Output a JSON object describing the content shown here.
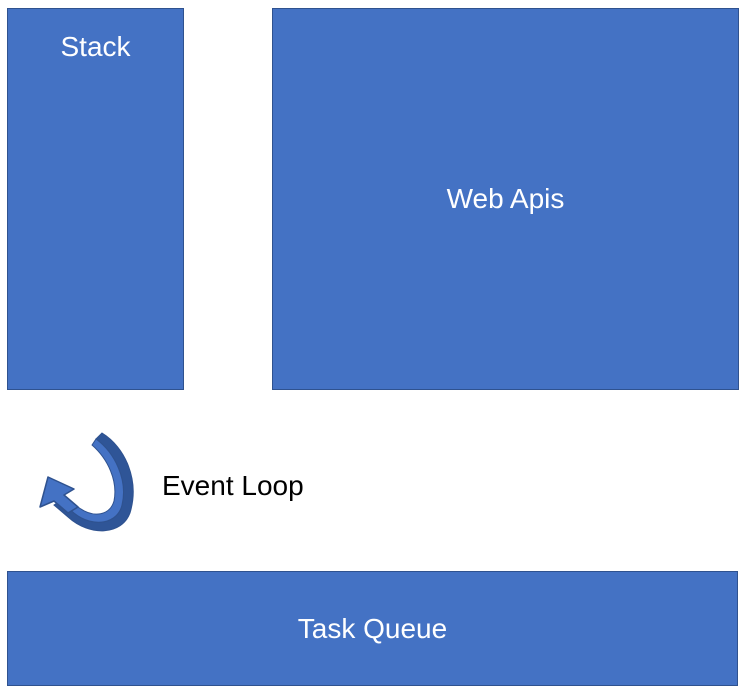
{
  "diagram": {
    "stack": {
      "label": "Stack"
    },
    "web_apis": {
      "label": "Web Apis"
    },
    "event_loop": {
      "label": "Event Loop",
      "icon": "curved-arrow-icon"
    },
    "task_queue": {
      "label": "Task Queue"
    }
  },
  "colors": {
    "box_fill": "#4472c4",
    "box_border": "#2f528f",
    "arrow_dark": "#2f5597",
    "arrow_light": "#4472c4",
    "label_on_box": "#ffffff",
    "label_text": "#000000"
  }
}
